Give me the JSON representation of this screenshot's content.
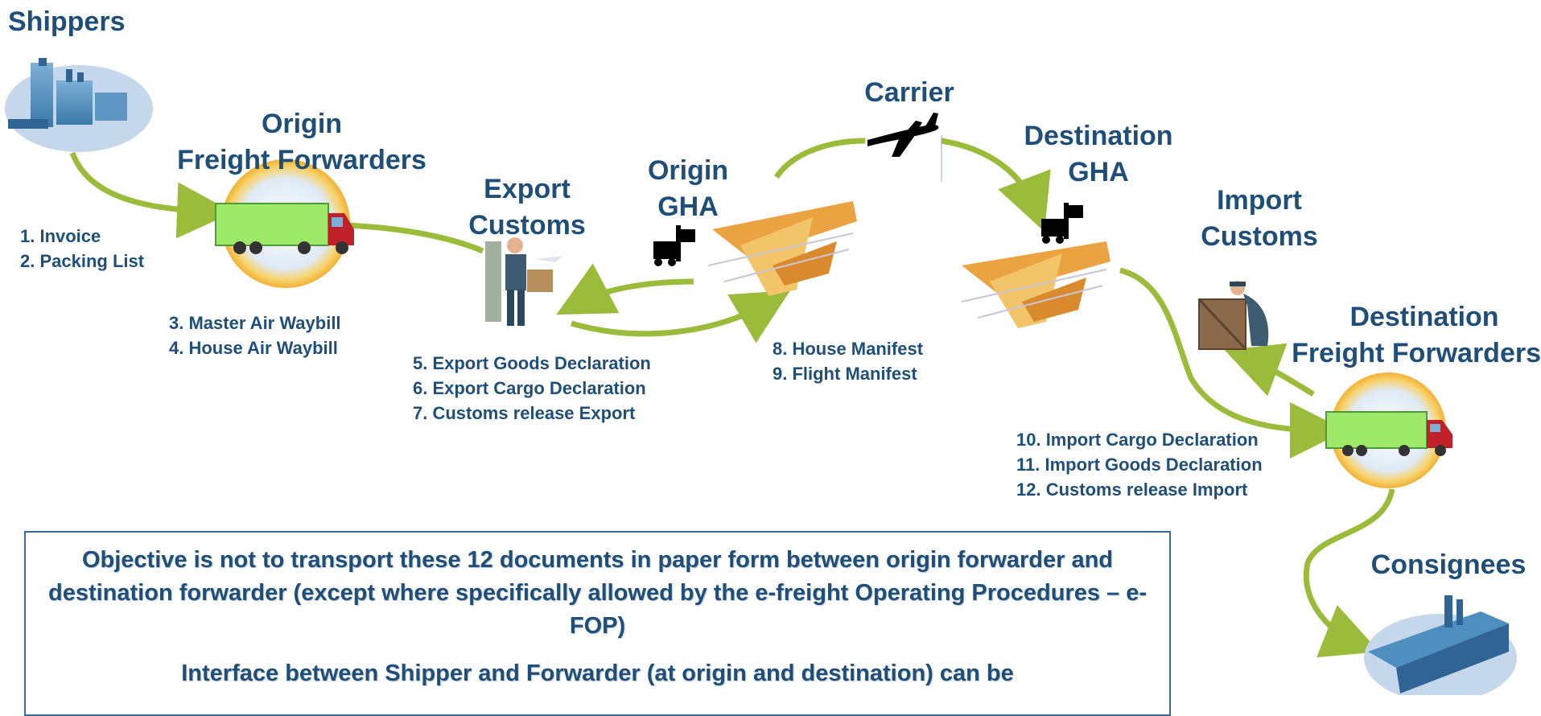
{
  "nodes": {
    "shippers": {
      "label": [
        "Shippers"
      ]
    },
    "origin_ff": {
      "label": [
        "Origin",
        "Freight Forwarders"
      ]
    },
    "export_customs": {
      "label": [
        "Export",
        "Customs"
      ]
    },
    "origin_gha": {
      "label": [
        "Origin",
        "GHA"
      ]
    },
    "carrier": {
      "label": [
        "Carrier"
      ]
    },
    "destination_gha": {
      "label": [
        "Destination",
        "GHA"
      ]
    },
    "import_customs": {
      "label": [
        "Import",
        "Customs"
      ]
    },
    "destination_ff": {
      "label": [
        "Destination",
        "Freight Forwarders"
      ]
    },
    "consignees": {
      "label": [
        "Consignees"
      ]
    }
  },
  "documents": {
    "group1": [
      "1. Invoice",
      "2. Packing List"
    ],
    "group2": [
      "3.  Master Air Waybill",
      "4.  House Air Waybill"
    ],
    "group3": [
      "5. Export Goods Declaration",
      "6. Export Cargo Declaration",
      "7. Customs release Export"
    ],
    "group4": [
      "8.  House Manifest",
      "9.  Flight Manifest"
    ],
    "group5": [
      "10. Import Cargo Declaration",
      "11. Import Goods Declaration",
      "12. Customs release Import"
    ]
  },
  "objective_box": {
    "paragraph1": "Objective is not to transport these 12 documents in paper form between origin forwarder and destination forwarder (except where specifically allowed by the e-freight Operating Procedures – e-FOP)",
    "paragraph2": "Interface between Shipper and Forwarder (at origin and destination) can be"
  },
  "colors": {
    "label": "#1f4e79",
    "arrow": "#9bbb3b",
    "truck_green": "#9ee86a",
    "truck_red": "#c0202a",
    "box_border": "#3c6a96"
  }
}
